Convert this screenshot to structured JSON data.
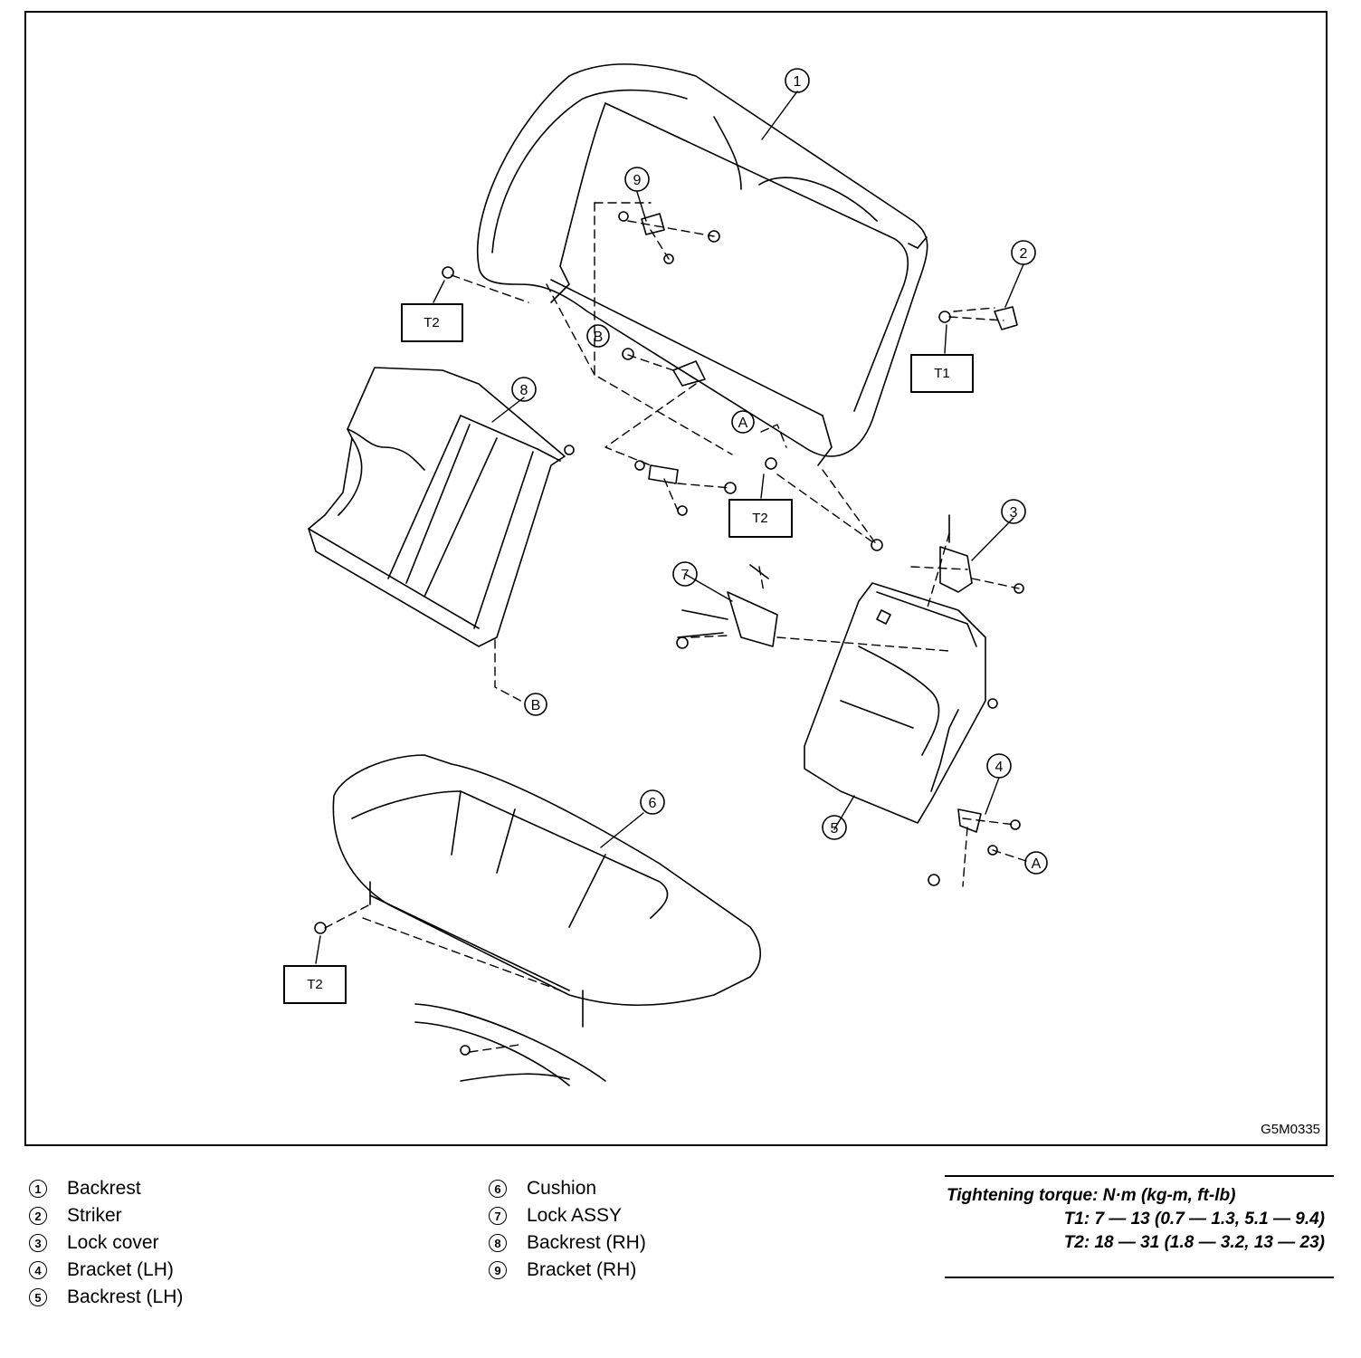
{
  "figure": {
    "id": "G5M0335",
    "torque_boxes": [
      "T2",
      "T1",
      "T2",
      "T2"
    ],
    "callouts": [
      "1",
      "2",
      "3",
      "4",
      "5",
      "6",
      "7",
      "8",
      "9"
    ],
    "reference_marks": [
      "A",
      "A",
      "B",
      "B"
    ]
  },
  "legend": {
    "left": [
      {
        "num": "1",
        "label": "Backrest"
      },
      {
        "num": "2",
        "label": "Striker"
      },
      {
        "num": "3",
        "label": "Lock cover"
      },
      {
        "num": "4",
        "label": "Bracket (LH)"
      },
      {
        "num": "5",
        "label": "Backrest (LH)"
      }
    ],
    "right": [
      {
        "num": "6",
        "label": "Cushion"
      },
      {
        "num": "7",
        "label": "Lock ASSY"
      },
      {
        "num": "8",
        "label": "Backrest (RH)"
      },
      {
        "num": "9",
        "label": "Bracket (RH)"
      }
    ]
  },
  "torque": {
    "title": "Tightening torque: N·m (kg-m, ft-lb)",
    "t1": "T1: 7 — 13 (0.7 — 1.3, 5.1 — 9.4)",
    "t2": "T2: 18 — 31 (1.8 — 3.2, 13 — 23)"
  }
}
